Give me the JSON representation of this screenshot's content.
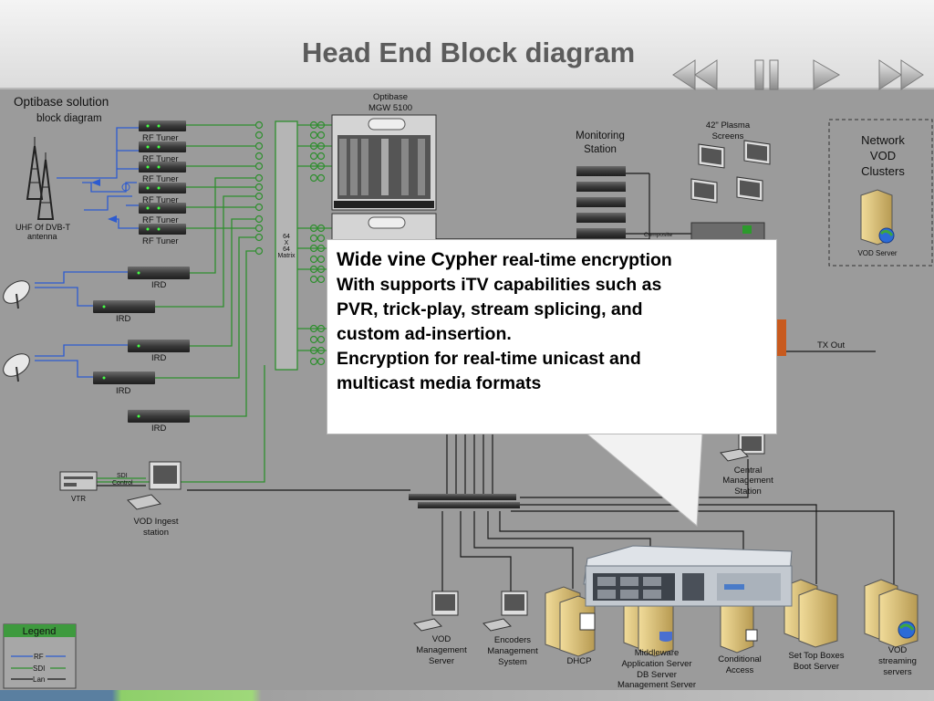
{
  "slide": {
    "title": "Head End Block diagram",
    "nav_icons": [
      "rewind-icon",
      "pause-icon",
      "play-icon",
      "fast-forward-icon"
    ]
  },
  "diagram": {
    "solution_title_line1": "Optibase solution",
    "solution_title_line2": "block diagram",
    "antenna_label_line1": "UHF Of DVB-T",
    "antenna_label_line2": "antenna",
    "rf_tuner_label": "RF Tuner",
    "rf_tuner_count": 6,
    "ird_label": "IRD",
    "ird_count": 5,
    "matrix_label": [
      "64",
      "X",
      "64",
      "Matrix"
    ],
    "mgw_title_line1": "Optibase",
    "mgw_title_line2": "MGW 5100",
    "monitoring_line1": "Monitoring",
    "monitoring_line2": "Station",
    "composite_label": "Composite",
    "plasma_line1": "42\" Plasma",
    "plasma_line2": "Screens",
    "vod_clusters_line1": "Network",
    "vod_clusters_line2": "VOD",
    "vod_clusters_line3": "Clusters",
    "vod_server_label": "VOD Server",
    "tx_out_label": "TX Out",
    "central_mgmt_line1": "Central",
    "central_mgmt_line2": "Management",
    "central_mgmt_line3": "Station",
    "vtr_label": "VTR",
    "sdi_label": "SDI",
    "control_label": "Control",
    "vod_ingest_line1": "VOD Ingest",
    "vod_ingest_line2": "station",
    "vod_mgmt_line1": "VOD",
    "vod_mgmt_line2": "Management",
    "vod_mgmt_line3": "Server",
    "encoders_line1": "Encoders",
    "encoders_line2": "Management",
    "encoders_line3": "System",
    "dhcp_label": "DHCP",
    "middleware_line1": "Middleware",
    "middleware_line2": "Application Server",
    "middleware_line3": "DB Server",
    "middleware_line4": "Management Server",
    "ca_line1": "Conditional",
    "ca_line2": "Access",
    "stb_line1": "Set Top Boxes",
    "stb_line2": "Boot Server",
    "vod_streaming_line1": "VOD",
    "vod_streaming_line2": "streaming",
    "vod_streaming_line3": "servers",
    "legend_title": "Legend",
    "legend_items": [
      "RF",
      "SDI",
      "Lan"
    ]
  },
  "callout": {
    "lead": "Wide vine Cypher",
    "line1_rest": " real-time encryption",
    "line2": "With supports iTV capabilities such as",
    "line3": "PVR, trick-play, stream splicing, and",
    "line4": "custom ad-insertion.",
    "line5": "Encryption for real-time unicast and",
    "line6": "multicast media formats"
  },
  "colors": {
    "background": "#9b9b9b",
    "rf_line": "#2d5bd0",
    "sdi_line": "#2f8f2f",
    "lan_line": "#1a1a1a",
    "title_text": "#5c5c5c",
    "legend_header": "#3e9a3e"
  }
}
